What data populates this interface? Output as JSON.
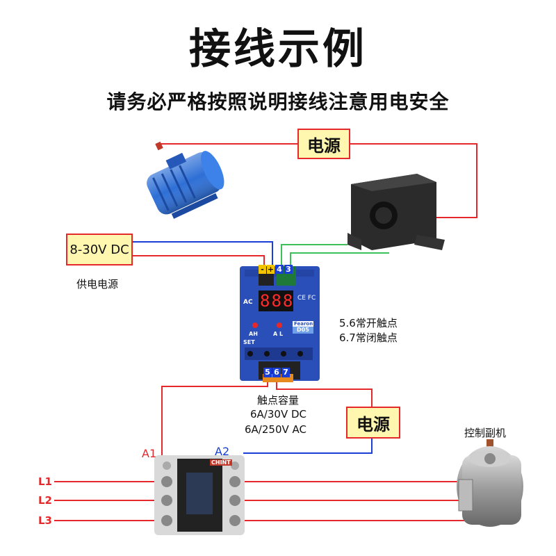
{
  "title": "接线示例",
  "subtitle": "请务必严格按照说明接线注意用电安全",
  "power_box_top": "电源",
  "power_box_bottom": "电源",
  "dc_input_box": "8-30V DC",
  "dc_input_caption": "供电电源",
  "contacts_note_1": "5.6常开触点",
  "contacts_note_2": "6.7常闭触点",
  "capacity_title": "触点容量",
  "capacity_dc": "6A/30V DC",
  "capacity_ac": "6A/250V AC",
  "aux_machine_label": "控制副机",
  "device": {
    "display": "888",
    "label_ac": "AC",
    "label_ah": "AH",
    "label_al": "A L",
    "label_set": "SET",
    "model": "D05",
    "brand": "Fearon",
    "marks": "CE FC",
    "terminals_top": [
      "-",
      "+",
      "4",
      "3"
    ],
    "terminals_bottom": [
      "5",
      "6",
      "7"
    ]
  },
  "contactor": {
    "brand": "CHINT",
    "a1": "A1",
    "a2": "A2"
  },
  "lines": [
    "L1",
    "L2",
    "L3"
  ],
  "colors": {
    "red_wire": "#e5282a",
    "blue_wire": "#1a3fd6",
    "green_wire": "#3cc15a",
    "device_blue": "#2a4fb8"
  }
}
